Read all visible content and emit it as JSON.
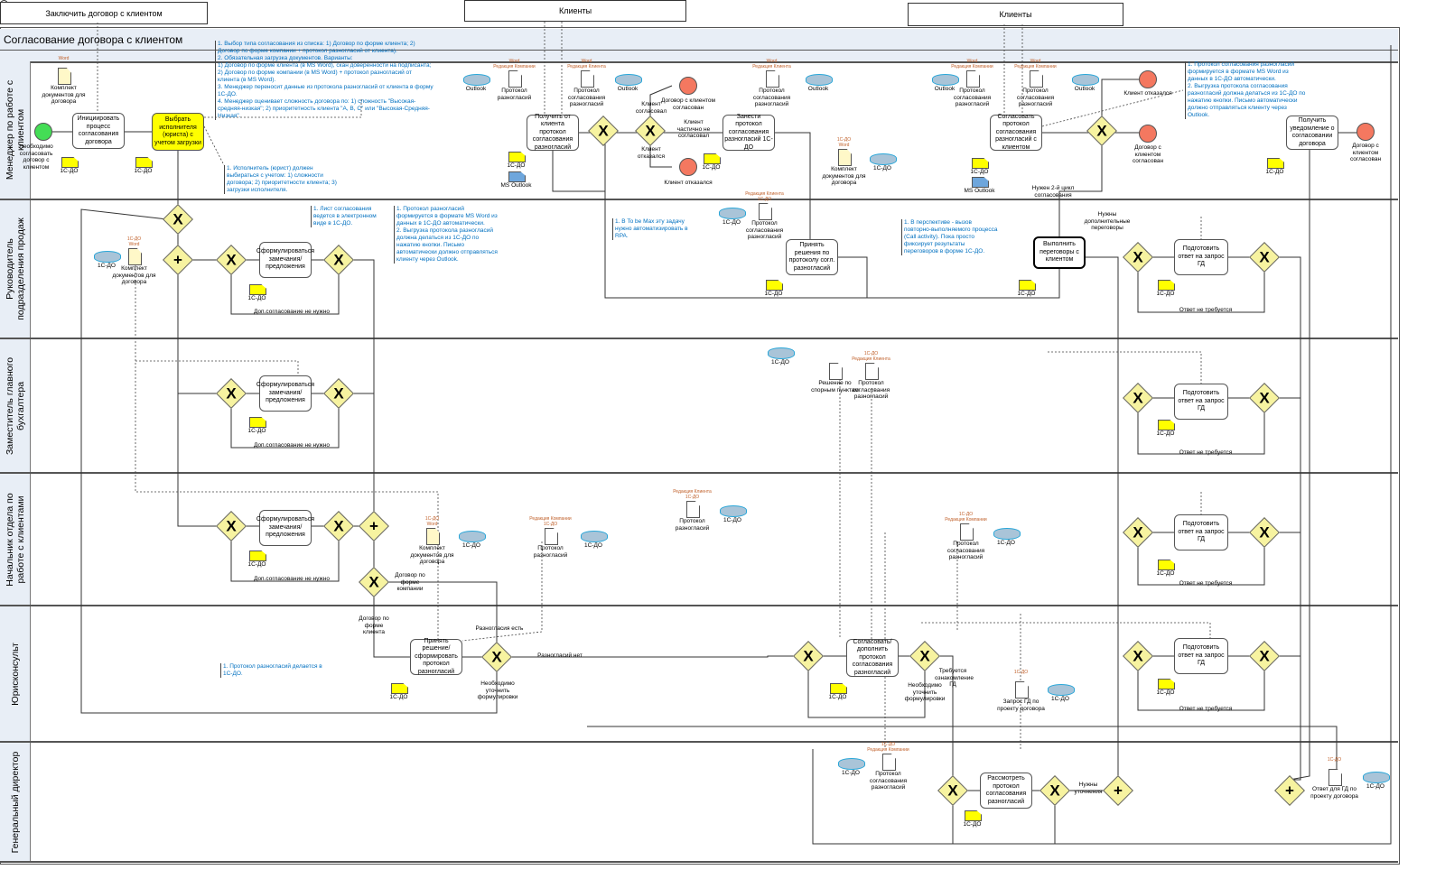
{
  "header_boxes": [
    "Заключить договор с клиентом",
    "Клиенты",
    "Клиенты"
  ],
  "pool_title": "Согласование договора с клиентом",
  "lanes": [
    "Менеджер по работе с клиентом",
    "Руководитель подразделения продаж",
    "Заместитель главного бухгалтера",
    "Начальник отдела по работе с клиентами",
    "Юрисконсульт",
    "Генеральный директор"
  ],
  "tasks": [
    "Инициировать процесс согласования договора",
    "Выбрать исполнителя (юриста) с учетом загрузки",
    "Получить от клиента протокол согласования разногласий",
    "Занести протокол согласования разногласий 1С-ДО",
    "Согласовать протокол согласования разногласий с клиентом",
    "Получить уведомление о согласовании договора",
    "Сформулироваться замечания/ предложения",
    "Принять решения по протоколу согл. разногласий",
    "Выполнить переговоры с клиентом",
    "Подготовить ответ на запрос ГД",
    "Сформулироваться замечания/ предложения",
    "Подготовить ответ на запрос ГД",
    "Сформулироваться замечания/ предложения",
    "Подготовить ответ на запрос ГД",
    "Принять решение/ сформировать протокол разногласий",
    "Согласовать/ дополнить протокол согласования разногласий",
    "Подготовить ответ на запрос ГД",
    "Рассмотреть протокол согласования разногласий"
  ],
  "gateways": {
    "exclusive": "X",
    "parallel": "+"
  },
  "events": [
    "Необходимо согласовать договор с клиентом",
    "Договор с клиентом согласован",
    "Клиент отказался",
    "Клиент отказался",
    "Договор с клиентом согласован",
    "Договор с клиентом согласован"
  ],
  "flow_labels": [
    "Клиент согласовал",
    "Клиент частично не согласовал",
    "Клиент отказался",
    "Нужен 2-й цикл согласования",
    "Нужны дополнительные переговоры",
    "Доп.согласование не нужно",
    "Доп.согласование не нужно",
    "Доп.согласование не нужно",
    "Ответ не требуется",
    "Ответ не требуется",
    "Ответ не требуется",
    "Ответ не требуется",
    "Договор по форме компании",
    "Договор по форме клиента",
    "Разногласия есть",
    "Разногласий нет",
    "Необходимо уточнить формулировки",
    "Необходимо уточнить формулировки",
    "Требуется ознакомление ГД",
    "Нужны уточнения"
  ],
  "data_objects": [
    {
      "label": "Комплект документов для договора",
      "tag": "Word"
    },
    {
      "label": "1С-ДО",
      "tag": ""
    },
    {
      "label": "1С-ДО",
      "tag": ""
    },
    {
      "label": "Outlook",
      "tag": ""
    },
    {
      "label": "Протокол разногласий",
      "tag": "Word\nРедакция Компании"
    },
    {
      "label": "Протокол согласования разногласий",
      "tag": "Word\nРедакция Клиента"
    },
    {
      "label": "Outlook",
      "tag": ""
    },
    {
      "label": "1С-ДО",
      "tag": ""
    },
    {
      "label": "MS Outlook",
      "tag": ""
    },
    {
      "label": "Протокол согласования разногласий",
      "tag": "Word\nРедакция Клиента"
    },
    {
      "label": "Outlook",
      "tag": ""
    },
    {
      "label": "1С-ДО",
      "tag": ""
    },
    {
      "label": "Комплект документов для договора",
      "tag": "1С-ДО\nWord"
    },
    {
      "label": "1С-ДО",
      "tag": ""
    },
    {
      "label": "Outlook",
      "tag": ""
    },
    {
      "label": "Протокол согласования разногласий",
      "tag": "Word\nРедакция Компании"
    },
    {
      "label": "Протокол согласования разногласий",
      "tag": "Word\nРедакция Компании"
    },
    {
      "label": "Outlook",
      "tag": ""
    },
    {
      "label": "1С-ДО",
      "tag": ""
    },
    {
      "label": "MS Outlook",
      "tag": ""
    },
    {
      "label": "1С-ДО",
      "tag": ""
    },
    {
      "label": "1С-ДО",
      "tag": ""
    },
    {
      "label": "Комплект документов для договора",
      "tag": "1С-ДО\nWord"
    },
    {
      "label": "1С-ДО",
      "tag": ""
    },
    {
      "label": "1С-ДО",
      "tag": ""
    },
    {
      "label": "Протокол согласования разногласий",
      "tag": "Редакция Клиента\n1С-ДО"
    },
    {
      "label": "1С-ДО",
      "tag": ""
    },
    {
      "label": "1С-ДО",
      "tag": ""
    },
    {
      "label": "1С-ДО",
      "tag": ""
    },
    {
      "label": "1С-ДО",
      "tag": ""
    },
    {
      "label": "Решение по спорным пунктам",
      "tag": ""
    },
    {
      "label": "Протокол согласования разногласий",
      "tag": "1С-ДО\nРедакция Клиента"
    },
    {
      "label": "1С-ДО",
      "tag": ""
    },
    {
      "label": "1С-ДО",
      "tag": ""
    },
    {
      "label": "Протокол разногласий",
      "tag": "Редакция Клиента\n1С-ДО"
    },
    {
      "label": "1С-ДО",
      "tag": ""
    },
    {
      "label": "Комплект документов для договора",
      "tag": "1С-ДО\nWord"
    },
    {
      "label": "1С-ДО",
      "tag": ""
    },
    {
      "label": "Протокол разногласий",
      "tag": "Редакция Компании\n1С-ДО"
    },
    {
      "label": "1С-ДО",
      "tag": ""
    },
    {
      "label": "Протокол согласования разногласий",
      "tag": "1С-ДО\nРедакция Компании"
    },
    {
      "label": "1С-ДО",
      "tag": ""
    },
    {
      "label": "1С-ДО",
      "tag": ""
    },
    {
      "label": "1С-ДО",
      "tag": ""
    },
    {
      "label": "1С-ДО",
      "tag": ""
    },
    {
      "label": "1С-ДО",
      "tag": ""
    },
    {
      "label": "1С-ДО",
      "tag": ""
    },
    {
      "label": "Запрос ГД по проекту договора",
      "tag": "1С-ДО"
    },
    {
      "label": "1С-ДО",
      "tag": ""
    },
    {
      "label": "1С-ДО",
      "tag": ""
    },
    {
      "label": "Протокол согласования разногласий",
      "tag": "1С-ДО\nРедакция Компании"
    },
    {
      "label": "1С-ДО",
      "tag": ""
    },
    {
      "label": "Ответ для ГД по проекту договора",
      "tag": "1С-ДО"
    },
    {
      "label": "1С-ДО",
      "tag": ""
    }
  ],
  "annotations": [
    "1. Выбор типа согласования из списка: 1) Договор по форме клиента; 2) Договор по форме компании + протокол разногласий от клиента).\n2. Обязательная загрузка документов. Варианты:\n1) Договор по форме клиента (в MS Word), скан доверенности на подписанта; 2) Договор по форме компании (в MS Word) + протокол разногласий от клиента (в MS Word).\n3. Менеджер переносит данные из протокола разногласий от клиента в форму 1С-ДО.\n4. Менеджер оценивает сложность договора по: 1) сложность \"Высокая-средняя-низкая\"; 2) приоритетность клиента \"А, В, С\" или \"Высокая-Средняя-Низкая\".",
    "1. Исполнитель (юрист) должен выбираться с учетом: 1) сложности договора; 2) приоритетности клиента; 3) загрузки исполнителя.",
    "1. Лист согласования ведется в электронном виде в 1С-ДО.",
    "1. Протокол разногласий формируется в формате MS Word из данных в 1С-ДО автоматически.\n2. Выгрузка протокола разногласий должна делаться из 1С-ДО по нажатию кнопки. Письмо автоматически должно отправляться клиенту через Outlook.",
    "1. В To be Max эту задачу нужно автоматизировать в RPA.",
    "1. В перспективе - вызов повторно-выполняемого процесса (Call activity). Пока просто фиксирует результаты переговоров в форме 1С-ДО.",
    "1. Протокол согласования разногласий формируется в формате MS Word из данных в 1С-ДО автоматически.\n2. Выгрузка протокола согласования разногласий должна делаться из 1С-ДО по нажатию кнопки. Письмо автоматически должно отправляться клиенту через Outlook.",
    "1. Протокол разногласий делается в 1С-ДО."
  ],
  "colors": {
    "lane_header": "#e8eef6",
    "task_highlight": "#ffff00",
    "gateway": "#f7f3a0",
    "start_event": "#44dd55",
    "end_event": "#f47860",
    "annotation": "#0070c0",
    "data_tag": "#c0602a"
  }
}
